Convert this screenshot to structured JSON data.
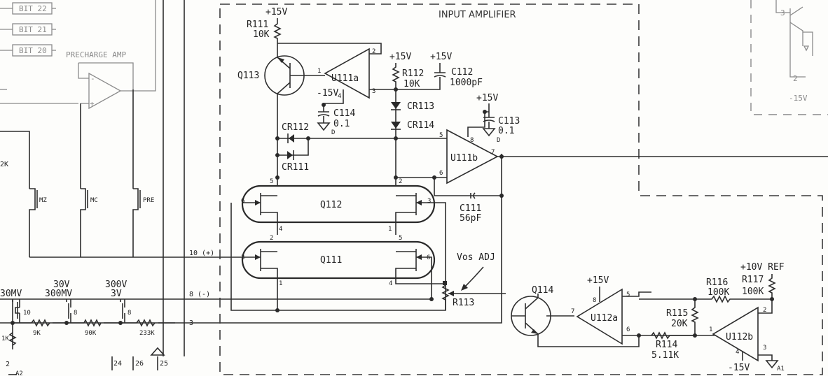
{
  "top_left": {
    "bits": [
      "BIT 22",
      "BIT 21",
      "BIT 20"
    ],
    "precharge_amp": "PRECHARGE AMP",
    "res_2k": "2K",
    "switches": [
      "MZ",
      "MC",
      "PRE"
    ]
  },
  "input_amplifier": {
    "title": "INPUT AMPLIFIER",
    "supply_pos": "+15V",
    "supply_neg": "-15V",
    "r111": {
      "ref": "R111",
      "value": "10K"
    },
    "r112": {
      "ref": "R112",
      "value": "10K"
    },
    "c112": {
      "ref": "C112",
      "value": "1000pF"
    },
    "c114": {
      "ref": "C114",
      "value": "0.1"
    },
    "c113": {
      "ref": "C113",
      "value": "0.1"
    },
    "c111": {
      "ref": "C111",
      "value": "56pF"
    },
    "q113": "Q113",
    "q112": "Q112",
    "q111": "Q111",
    "u111a": "U111a",
    "u111b": "U111b",
    "cr111": "CR111",
    "cr112": "CR112",
    "cr113": "CR113",
    "cr114": "CR114",
    "r113": "R113",
    "vos_adj": "Vos ADJ",
    "d": "D"
  },
  "inputs": {
    "in10": "10 (+)",
    "in8": "8 (-)",
    "in3": "3",
    "pins": [
      "24",
      "26",
      "25"
    ]
  },
  "range_switches": {
    "labels": [
      [
        "30MV"
      ],
      [
        "30V",
        "300MV"
      ],
      [
        "300V",
        "3V"
      ]
    ],
    "switch_pins": [
      "10",
      "8",
      "8"
    ],
    "resistors": [
      "9K",
      "90K",
      "233K"
    ],
    "res_1k": "1K",
    "pin2": "2",
    "a2": "A2"
  },
  "ref_section": {
    "q114": "Q114",
    "u112a": "U112a",
    "u112b": "U112b",
    "r116": {
      "ref": "R116",
      "value": "100K"
    },
    "r117": {
      "ref": "R117",
      "value": "100K"
    },
    "r115": {
      "ref": "R115",
      "value": "20K"
    },
    "r114": {
      "ref": "R114",
      "value": "5.11K"
    },
    "ref_supply": "+10V REF",
    "a1": "A1"
  },
  "right_partial": {
    "supply": "-15V"
  }
}
